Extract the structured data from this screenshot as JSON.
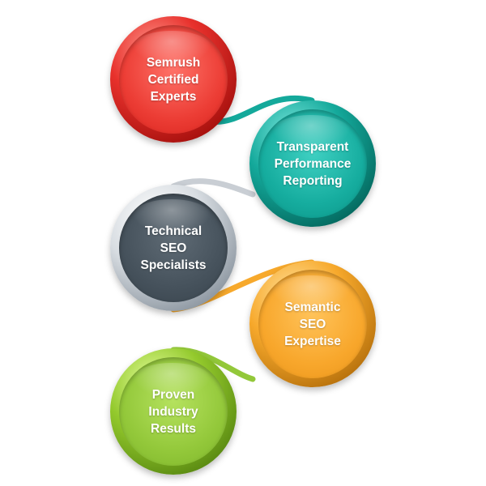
{
  "nodes": [
    {
      "label": "Semrush\nCertified\nExperts",
      "color": "#e8312c"
    },
    {
      "label": "Transparent\nPerformance\nReporting",
      "color": "#14a99b"
    },
    {
      "label": "Technical\nSEO\nSpecialists",
      "color": "#46525c"
    },
    {
      "label": "Semantic\nSEO\nExpertise",
      "color": "#f7a92c"
    },
    {
      "label": "Proven\nIndustry\nResults",
      "color": "#93c83a"
    }
  ],
  "connectors": [
    {
      "color": "#14a99b"
    },
    {
      "color": "#c9ced4"
    },
    {
      "color": "#f7a92c"
    },
    {
      "color": "#93c83a"
    }
  ]
}
